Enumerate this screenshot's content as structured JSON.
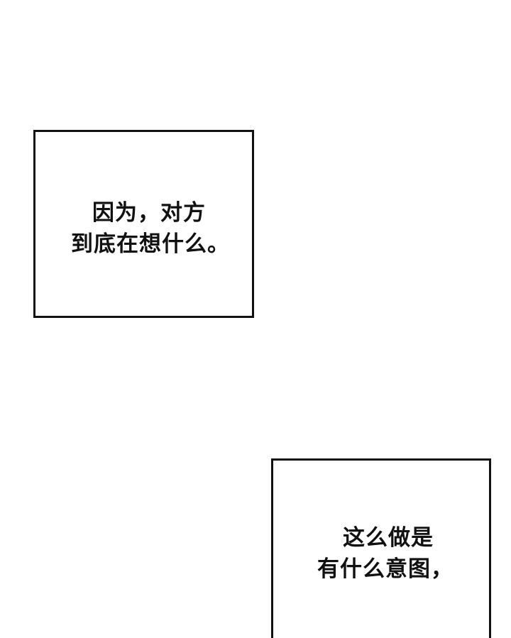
{
  "panels": [
    {
      "lines": [
        "因为，对方",
        "到底在想什么。"
      ]
    },
    {
      "lines": [
        "这么做是",
        "有什么意图，"
      ]
    }
  ],
  "colors": {
    "background": "#ffffff",
    "border": "#111111",
    "text": "#111111"
  }
}
